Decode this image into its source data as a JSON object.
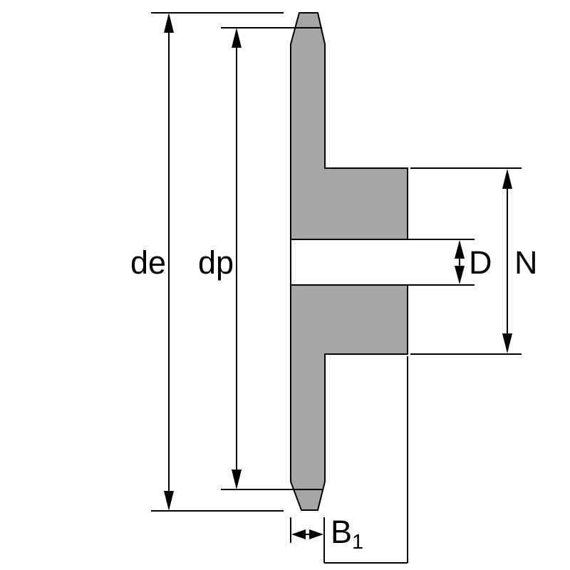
{
  "diagram": {
    "labels": {
      "outer_diameter": "de",
      "pitch_diameter": "dp",
      "bore_diameter": "D",
      "hub_diameter": "N",
      "tooth_width_base": "B",
      "tooth_width_subscript": "1"
    },
    "colors": {
      "body_fill": "#a6a6a6",
      "line": "#000000",
      "background": "#ffffff"
    }
  }
}
